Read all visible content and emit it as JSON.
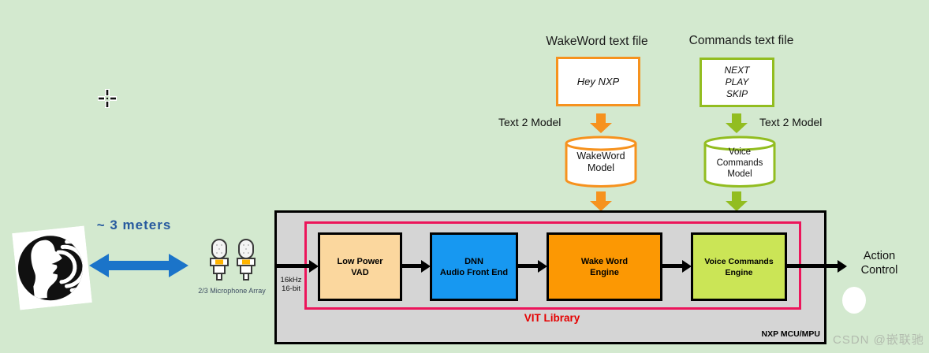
{
  "colors": {
    "background": "#d3e9cf",
    "orange_accent": "#F6921E",
    "green_accent": "#92BD20",
    "blue_arrow": "#1B74C9",
    "dnn_blue": "#1798F1",
    "vad_peach": "#FBD79E",
    "wake_engine_orange": "#FC9803",
    "voice_engine_green": "#CBE556",
    "vit_border_pink": "#EC155B",
    "vit_text_red": "#E50000",
    "mcu_gray": "#d5d5d5",
    "distance_text_blue": "#275A9E"
  },
  "icons": {
    "cursor": "crosshair-cursor-icon",
    "speaker": "speaking-person-icon",
    "microphone": "microphone-icon",
    "distance_arrow": "double-headed-arrow-icon",
    "model_arrow": "block-down-arrow-icon",
    "database": "cylinder-database-icon"
  },
  "left": {
    "distance_label": "~  3 meters",
    "mic_caption": "2/3  Microphone Array"
  },
  "wakeword_pipeline": {
    "title": "WakeWord text file",
    "file_text": "Hey NXP",
    "arrow_label": "Text 2 Model",
    "model_line1": "WakeWord",
    "model_line2": "Model"
  },
  "commands_pipeline": {
    "title": "Commands text file",
    "file_lines": [
      "NEXT",
      "PLAY",
      "SKIP"
    ],
    "arrow_label": "Text 2 Model",
    "model_lines": [
      "Voice",
      "Commands",
      "Model"
    ]
  },
  "mcu": {
    "label": "NXP MCU/MPU",
    "input_rate_line1": "16kHz",
    "input_rate_line2": "16-bit",
    "vit_label": "VIT Library",
    "blocks": [
      {
        "line1": "Low Power",
        "line2": "VAD"
      },
      {
        "line1": "DNN",
        "line2": "Audio Front End"
      },
      {
        "line1": "Wake Word",
        "line2": "Engine"
      },
      {
        "line1": "Voice Commands",
        "line2": "Engine"
      }
    ]
  },
  "output": {
    "line1": "Action",
    "line2": "Control"
  },
  "watermark": "CSDN @嵌联驰"
}
